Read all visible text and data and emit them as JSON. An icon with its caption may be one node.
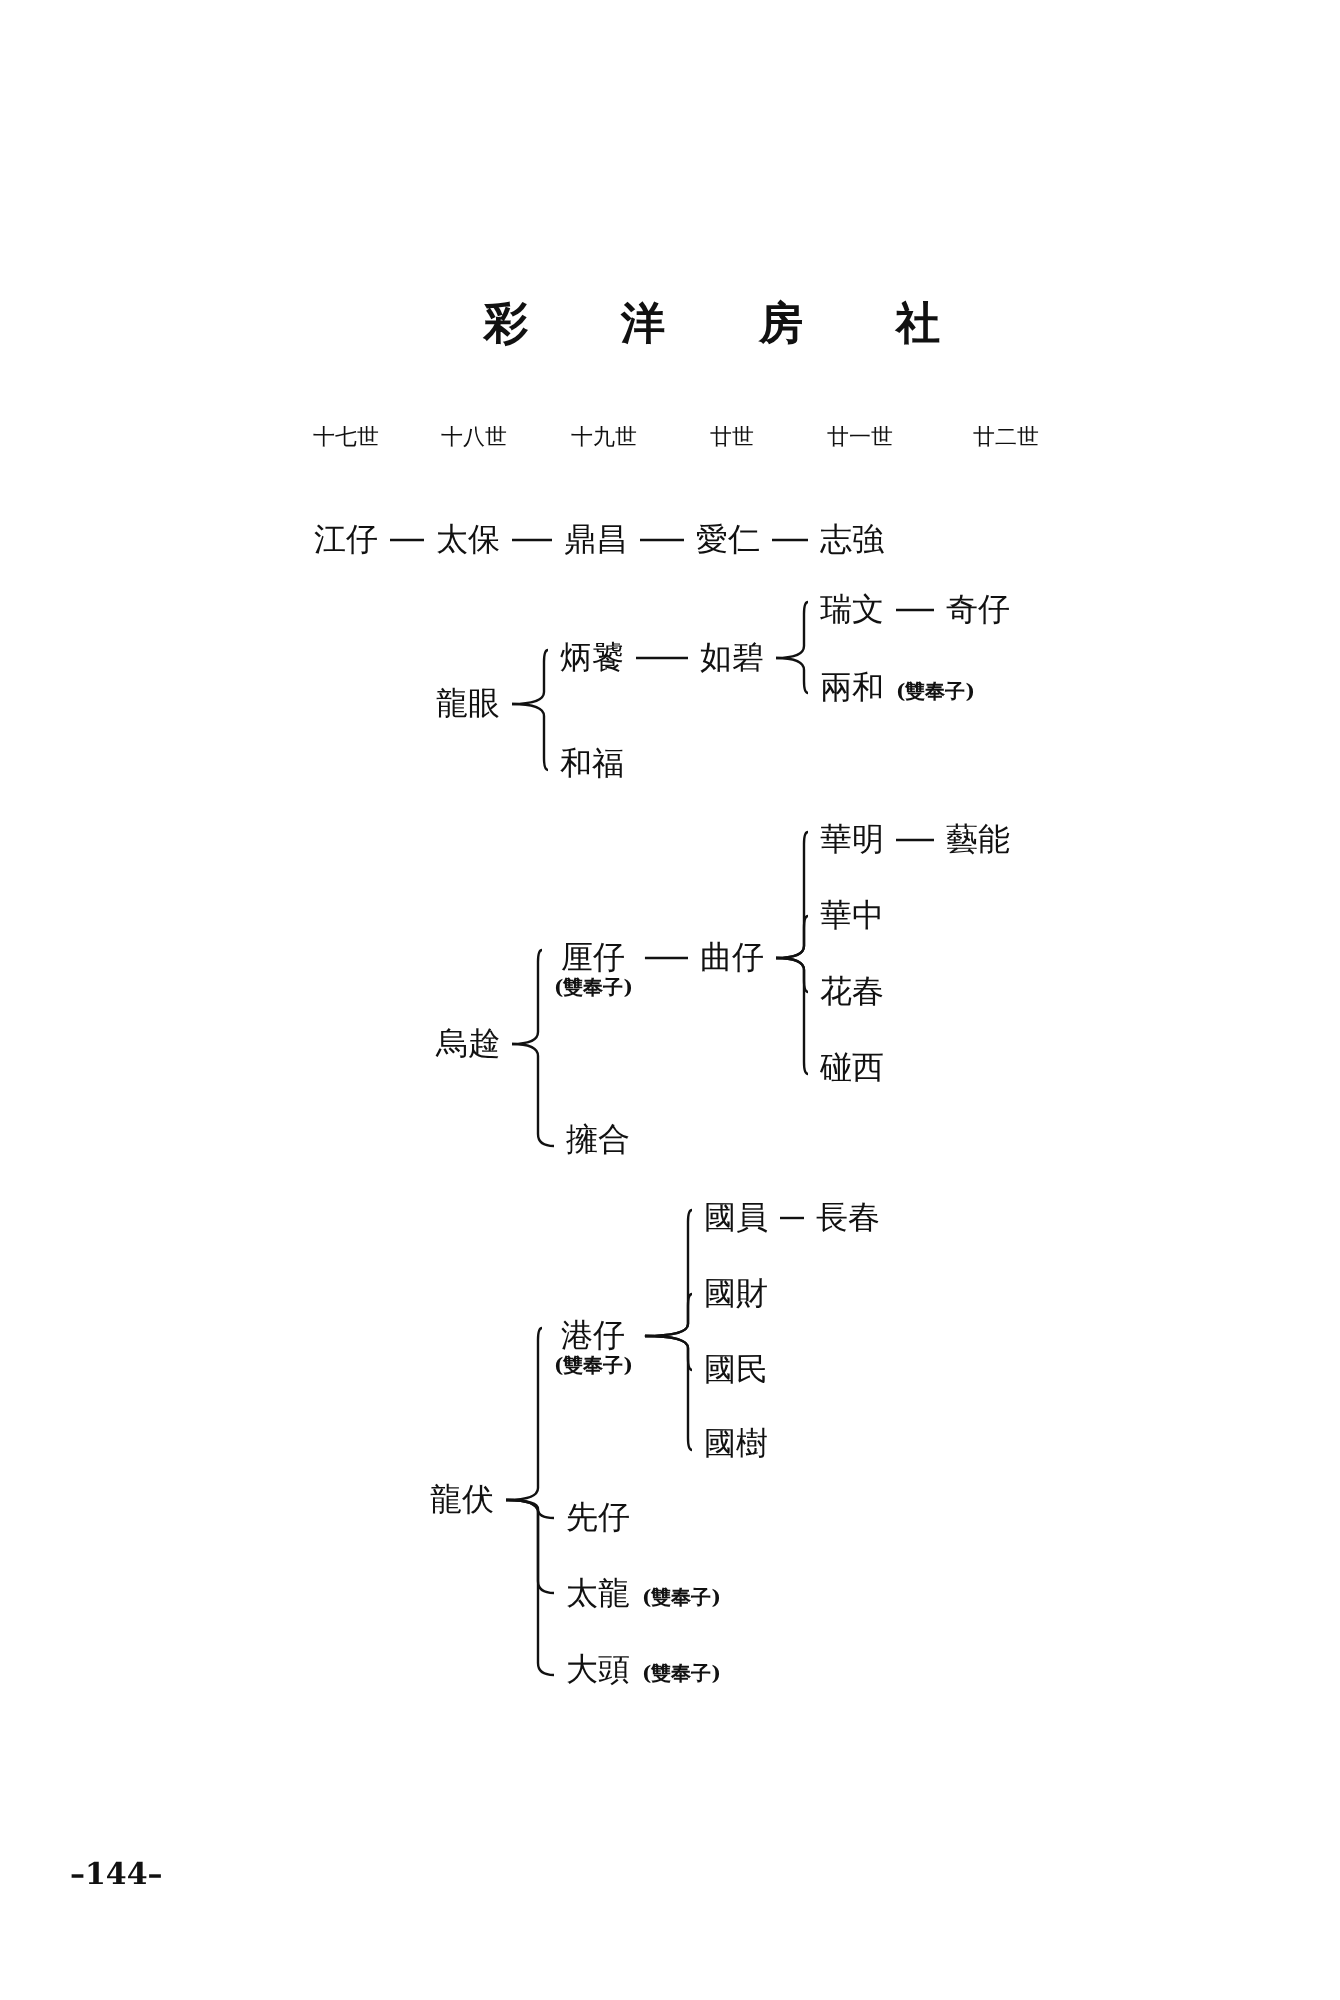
{
  "diagram": {
    "title": "彩洋房社",
    "nodes": [
      {
        "text": [
          "江仔"
        ]
      },
      {
        "text": [
          "太保"
        ]
      },
      {
        "text": [
          "鼎昌"
        ]
      },
      {
        "text": [
          "愛仁"
        ]
      },
      {
        "text": [
          "志強"
        ]
      },
      {
        "text": [
          "龍眼"
        ]
      },
      {
        "text": [
          "炳饕"
        ]
      },
      {
        "text": [
          "如碧"
        ]
      },
      {
        "text": [
          "瑞文"
        ]
      },
      {
        "text": [
          "奇仔"
        ]
      },
      {
        "text": [
          "兩和"
        ],
        "beside": [
          "(雙奉子)"
        ]
      },
      {
        "text": [
          "和福"
        ]
      },
      {
        "text": [
          "烏趛"
        ]
      },
      {
        "text": [
          "厘仔"
        ],
        "beside": [
          "(雙奉子)"
        ]
      },
      {
        "text": [
          "曲仔"
        ]
      },
      {
        "text": [
          "華明"
        ]
      },
      {
        "text": [
          "藝能"
        ]
      },
      {
        "text": [
          "華中"
        ]
      },
      {
        "text": [
          "花春"
        ]
      },
      {
        "text": [
          "碰西"
        ]
      },
      {
        "text": [
          "擁合"
        ]
      },
      {
        "text": [
          "龍伏"
        ]
      },
      {
        "text": [
          "港仔"
        ],
        "beside": [
          "(雙奉子)"
        ]
      },
      {
        "text": [
          "國員"
        ]
      },
      {
        "text": [
          "長春"
        ]
      },
      {
        "text": [
          "國財"
        ]
      },
      {
        "text": [
          "國民"
        ]
      },
      {
        "text": [
          "國樹"
        ]
      },
      {
        "text": [
          "先仔"
        ]
      },
      {
        "text": [
          "太龍"
        ],
        "beside": [
          "(雙奉子)"
        ]
      },
      {
        "text": [
          "大頭"
        ],
        "beside": [
          "(雙奉子)"
        ]
      }
    ],
    "edges": [
      {
        "from": 0,
        "to": 1,
        "arrow": "none"
      },
      {
        "from": 1,
        "to": 2,
        "arrow": "none"
      },
      {
        "from": 2,
        "to": 3,
        "arrow": "none"
      },
      {
        "from": 3,
        "to": 4,
        "arrow": "none"
      },
      {
        "from": 5,
        "to": 6,
        "arrow": "none"
      },
      {
        "from": 5,
        "to": 11,
        "arrow": "none"
      },
      {
        "from": 6,
        "to": 7,
        "arrow": "none"
      },
      {
        "from": 7,
        "to": 8,
        "arrow": "none"
      },
      {
        "from": 7,
        "to": 10,
        "arrow": "none"
      },
      {
        "from": 8,
        "to": 9,
        "arrow": "none"
      },
      {
        "from": 12,
        "to": 13,
        "arrow": "none"
      },
      {
        "from": 12,
        "to": 20,
        "arrow": "none"
      },
      {
        "from": 13,
        "to": 14,
        "arrow": "none"
      },
      {
        "from": 14,
        "to": 15,
        "arrow": "none"
      },
      {
        "from": 14,
        "to": 17,
        "arrow": "none"
      },
      {
        "from": 14,
        "to": 18,
        "arrow": "none"
      },
      {
        "from": 14,
        "to": 19,
        "arrow": "none"
      },
      {
        "from": 15,
        "to": 16,
        "arrow": "none"
      },
      {
        "from": 21,
        "to": 22,
        "arrow": "none"
      },
      {
        "from": 21,
        "to": 28,
        "arrow": "none"
      },
      {
        "from": 21,
        "to": 29,
        "arrow": "none"
      },
      {
        "from": 21,
        "to": 30,
        "arrow": "none"
      },
      {
        "from": 22,
        "to": 23,
        "arrow": "none"
      },
      {
        "from": 22,
        "to": 25,
        "arrow": "none"
      },
      {
        "from": 22,
        "to": 26,
        "arrow": "none"
      },
      {
        "from": 22,
        "to": 27,
        "arrow": "none"
      },
      {
        "from": 23,
        "to": 24,
        "arrow": "none"
      }
    ],
    "labels": [
      "十七世",
      "十八世",
      "十九世",
      "廿世",
      "廿一世",
      "廿二世",
      "–144–"
    ]
  }
}
